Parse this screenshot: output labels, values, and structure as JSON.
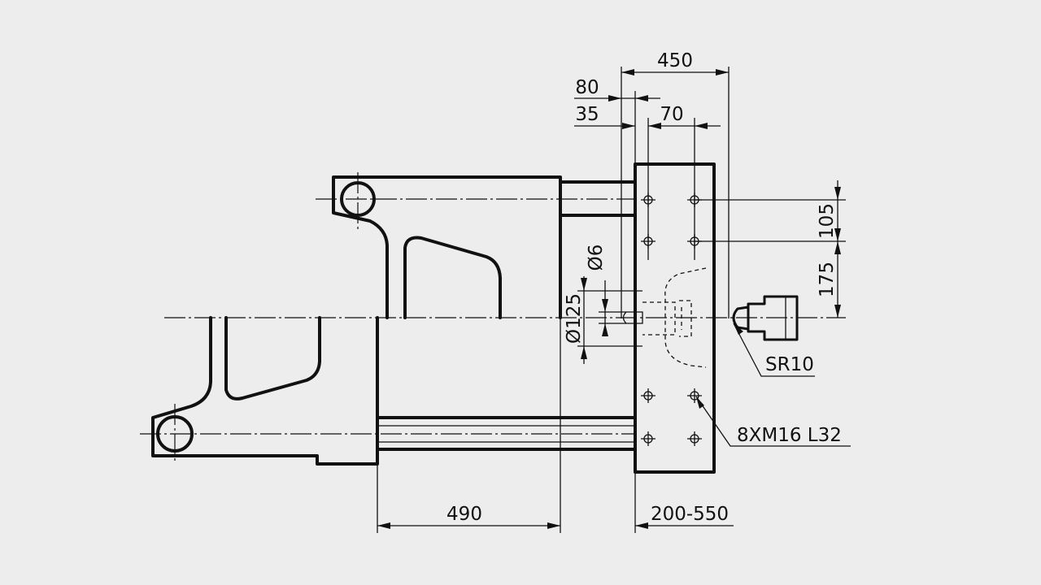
{
  "dimensions": {
    "platen_width": "450",
    "offset_80": "80",
    "offset_35": "35",
    "hole_spacing_h": "70",
    "hole_spacing_v": "105",
    "hole_to_center": "175",
    "pin_dia": "Ø6",
    "locating_ring_dia": "Ø125",
    "nozzle_radius": "SR10",
    "bolt_holes": "8XM16 L32",
    "base_length": "490",
    "stroke_range": "200-550"
  }
}
